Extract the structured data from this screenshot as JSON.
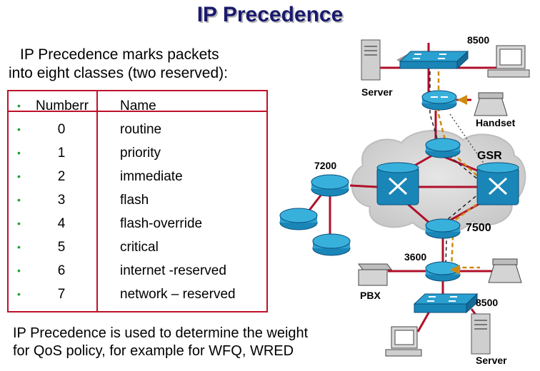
{
  "title": "IP Precedence",
  "intro": [
    "IP Precedence marks packets",
    "into eight classes (two reserved):"
  ],
  "table": {
    "bullet": "•",
    "header": {
      "number": "Numberr",
      "name": "Name"
    },
    "rows": [
      {
        "number": "0",
        "name": "routine"
      },
      {
        "number": "1",
        "name": "priority"
      },
      {
        "number": "2",
        "name": "immediate"
      },
      {
        "number": "3",
        "name": "flash"
      },
      {
        "number": "4",
        "name": "flash-override"
      },
      {
        "number": "5",
        "name": "critical"
      },
      {
        "number": "6",
        "name": "internet -reserved"
      },
      {
        "number": "7",
        "name": "network – reserved"
      }
    ]
  },
  "outro": [
    "IP Precedence is used to determine the weight",
    "for QoS policy, for example for WFQ, WRED"
  ],
  "diagram": {
    "labels": {
      "server_top": "Server",
      "switch_top": "8500",
      "handset": "Handset",
      "gsr": "GSR",
      "router_7200": "7200",
      "router_7500": "7500",
      "router_3600": "3600",
      "pbx": "PBX",
      "switch_bottom": "8500",
      "server_bottom": "Server"
    },
    "colors": {
      "text_title": "#1a1a6e",
      "table_border": "#c0112a",
      "bullet": "#20a030",
      "device_blue": "#1a86b8",
      "link_red": "#b0102a",
      "cloud": "#d6d6d6",
      "voice_path": "#d08a10"
    }
  }
}
